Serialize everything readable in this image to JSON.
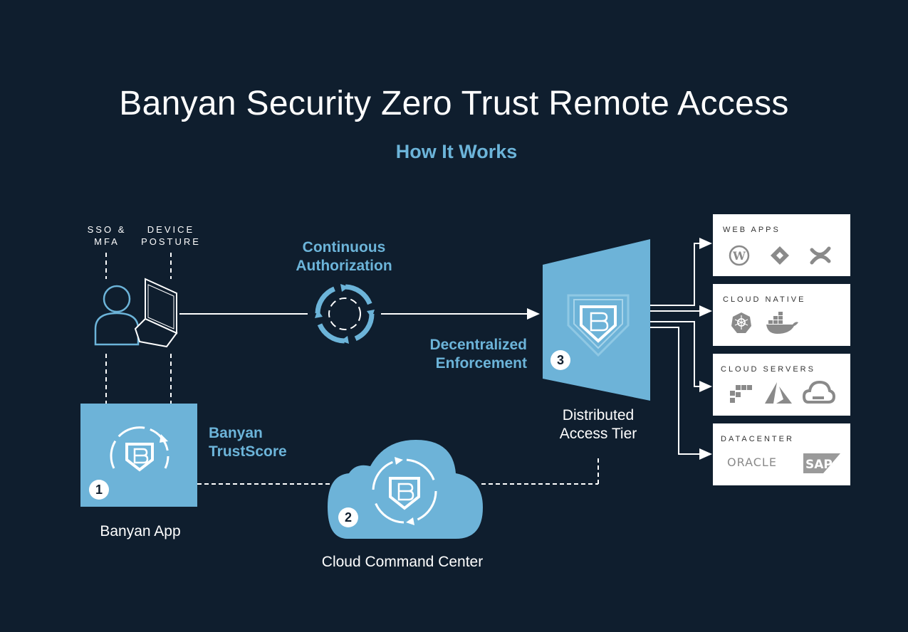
{
  "header": {
    "title": "Banyan Security Zero Trust Remote Access",
    "subtitle": "How It Works"
  },
  "user": {
    "sso_label": [
      "SSO &",
      "MFA"
    ],
    "device_label": [
      "DEVICE",
      "POSTURE"
    ]
  },
  "flow": {
    "continuous_auth": [
      "Continuous",
      "Authorization"
    ],
    "decentralized": [
      "Decentralized",
      "Enforcement"
    ],
    "trustscore": [
      "Banyan",
      "TrustScore"
    ]
  },
  "components": {
    "app": {
      "number": "1",
      "label": "Banyan App"
    },
    "command": {
      "number": "2",
      "label": "Cloud Command Center"
    },
    "access_tier": {
      "number": "3",
      "label": [
        "Distributed",
        "Access Tier"
      ]
    }
  },
  "destinations": [
    {
      "title": "WEB APPS",
      "icons": [
        "wordpress-icon",
        "jira-icon",
        "confluence-icon"
      ]
    },
    {
      "title": "CLOUD NATIVE",
      "icons": [
        "kubernetes-icon",
        "docker-icon"
      ]
    },
    {
      "title": "CLOUD SERVERS",
      "icons": [
        "aws-icon",
        "azure-icon",
        "google-cloud-icon"
      ]
    },
    {
      "title": "DATACENTER",
      "icons": [
        "ORACLE",
        "SAP"
      ]
    }
  ],
  "colors": {
    "background": "#0f1e2e",
    "accent": "#6cb4d9",
    "panel": "#6db3d8"
  }
}
